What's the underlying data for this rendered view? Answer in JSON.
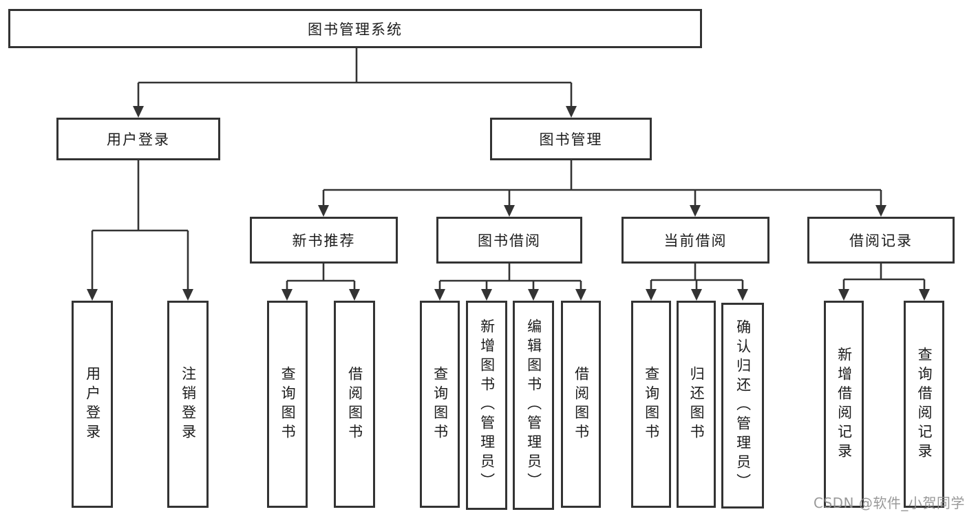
{
  "diagram_title": "图书管理系统",
  "nodes": {
    "root": "图书管理系统",
    "userLogin": "用户登录",
    "bookMgmt": "图书管理",
    "newBookRec": "新书推荐",
    "bookBorrow": "图书借阅",
    "currentBorrow": "当前借阅",
    "borrowRecord": "借阅记录",
    "leafUserLogin": "用户登录",
    "leafLogout": "注销登录",
    "leafQueryBookA": "查询图书",
    "leafBorrowBookA": "借阅图书",
    "leafQueryBookB": "查询图书",
    "leafAddBook": "新增图书（管理员）",
    "leafEditBook": "编辑图书（管理员）",
    "leafBorrowBookB": "借阅图书",
    "leafQueryBookC": "查询图书",
    "leafReturnBook": "归还图书",
    "leafConfirmReturn": "确认归还（管理员）",
    "leafAddRecord": "新增借阅记录",
    "leafQueryRecord": "查询借阅记录"
  },
  "hierarchy": {
    "图书管理系统": {
      "用户登录": [
        "用户登录",
        "注销登录"
      ],
      "图书管理": {
        "新书推荐": [
          "查询图书",
          "借阅图书"
        ],
        "图书借阅": [
          "查询图书",
          "新增图书（管理员）",
          "编辑图书（管理员）",
          "借阅图书"
        ],
        "当前借阅": [
          "查询图书",
          "归还图书",
          "确认归还（管理员）"
        ],
        "借阅记录": [
          "新增借阅记录",
          "查询借阅记录"
        ]
      }
    }
  },
  "watermark": {
    "text": "CSDN @软件_小贺同学"
  },
  "colors": {
    "line": "#333333",
    "box_border": "#333333",
    "box_fill": "#ffffff",
    "text": "#1c1c1c",
    "watermark": "#8f8f8f",
    "background": "#ffffff"
  }
}
